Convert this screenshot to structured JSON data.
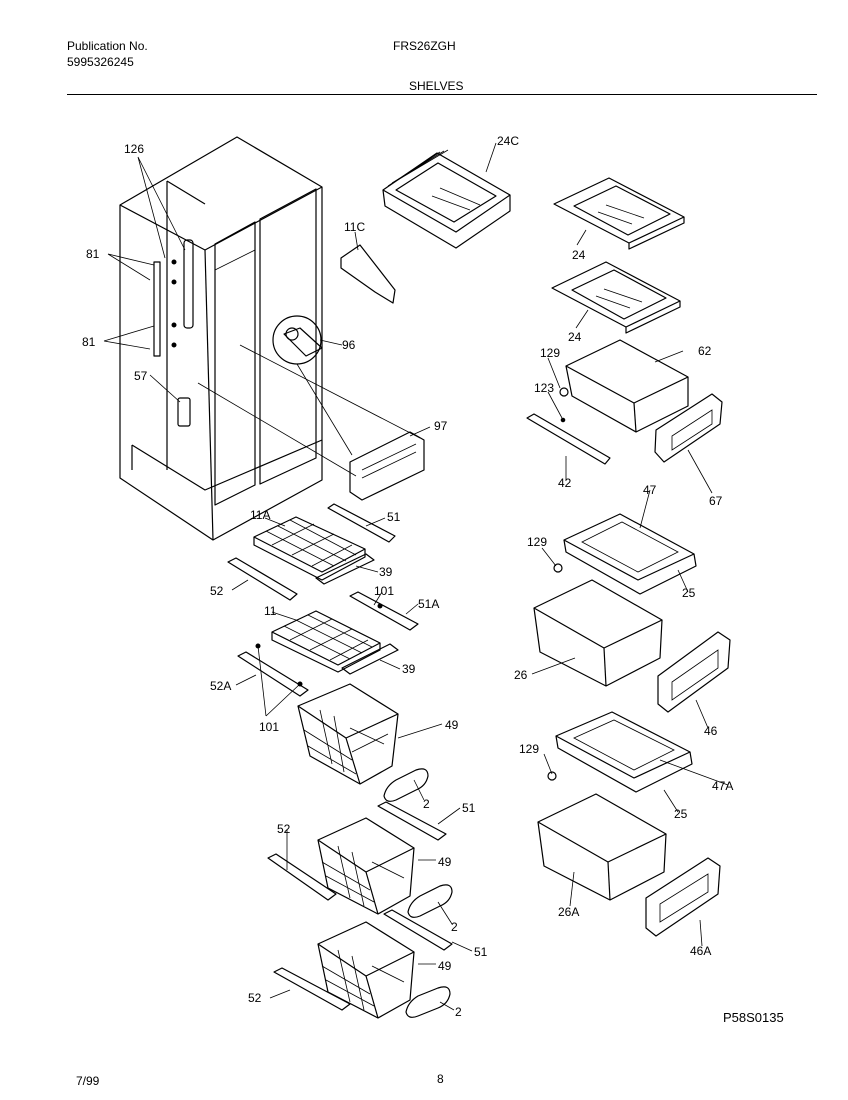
{
  "header": {
    "publication_label": "Publication No.",
    "publication_number": "5995326245",
    "model": "FRS26ZGH",
    "section_title": "SHELVES"
  },
  "footer": {
    "date": "7/99",
    "page_number": "8",
    "drawing_code": "P58S0135"
  },
  "callouts": {
    "c126": "126",
    "c81a": "81",
    "c81b": "81",
    "c57": "57",
    "c24c": "24C",
    "c11c": "11C",
    "c96": "96",
    "c97": "97",
    "c24a": "24",
    "c24b": "24",
    "c129a": "129",
    "c62": "62",
    "c123": "123",
    "c42": "42",
    "c67": "67",
    "c11a": "11A",
    "c51a": "51",
    "c39a": "39",
    "c52a": "52",
    "c101a": "101",
    "c51A": "51A",
    "c11": "11",
    "c39b": "39",
    "c52A": "52A",
    "c101b": "101",
    "c49a": "49",
    "c2a": "2",
    "c51b": "51",
    "c52b": "52",
    "c49b": "49",
    "c2b": "2",
    "c51c": "51",
    "c49c": "49",
    "c52c": "52",
    "c2c": "2",
    "c47": "47",
    "c129b": "129",
    "c25a": "25",
    "c26": "26",
    "c46": "46",
    "c129c": "129",
    "c47A": "47A",
    "c25b": "25",
    "c26A": "26A",
    "c46A": "46A"
  }
}
